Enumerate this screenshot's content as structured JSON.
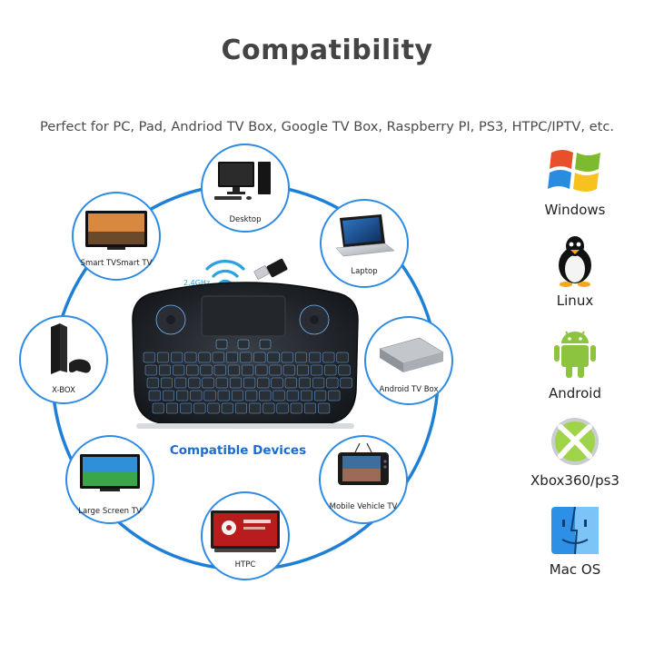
{
  "title": "Compatibility",
  "subtitle": "Perfect for PC, Pad, Andriod TV Box, Google TV Box, Raspberry PI, PS3, HTPC/IPTV, etc.",
  "center": {
    "label": "Compatible Devices",
    "wireless_band": "2.4GHz"
  },
  "devices": [
    {
      "id": "desktop",
      "label": "Desktop",
      "icon": "desktop-pc-icon"
    },
    {
      "id": "laptop",
      "label": "Laptop",
      "icon": "laptop-icon"
    },
    {
      "id": "android-tv-box",
      "label": "Android TV Box",
      "icon": "tv-box-icon"
    },
    {
      "id": "mobile-vehicle-tv",
      "label": "Mobile Vehicle TV",
      "icon": "portable-tv-icon"
    },
    {
      "id": "htpc",
      "label": "HTPC",
      "icon": "htpc-screen-icon"
    },
    {
      "id": "large-screen-tv",
      "label": "Large Screen TV",
      "icon": "tv-icon"
    },
    {
      "id": "xbox",
      "label": "X-BOX",
      "icon": "game-console-icon"
    },
    {
      "id": "smart-tv",
      "label": "Smart TVSmart TV",
      "icon": "smart-tv-icon"
    }
  ],
  "os_list": [
    {
      "id": "windows",
      "label": "Windows",
      "icon": "windows-logo-icon"
    },
    {
      "id": "linux",
      "label": "Linux",
      "icon": "linux-penguin-icon"
    },
    {
      "id": "android",
      "label": "Android",
      "icon": "android-robot-icon"
    },
    {
      "id": "xbox360-ps3",
      "label": "Xbox360/ps3",
      "icon": "xbox-logo-icon"
    },
    {
      "id": "mac-os",
      "label": "Mac OS",
      "icon": "mac-finder-icon"
    }
  ],
  "colors": {
    "ring": "#1e7fd6",
    "circle_border": "#2e8be3",
    "title": "#444444",
    "center_label": "#1c6bd3"
  }
}
